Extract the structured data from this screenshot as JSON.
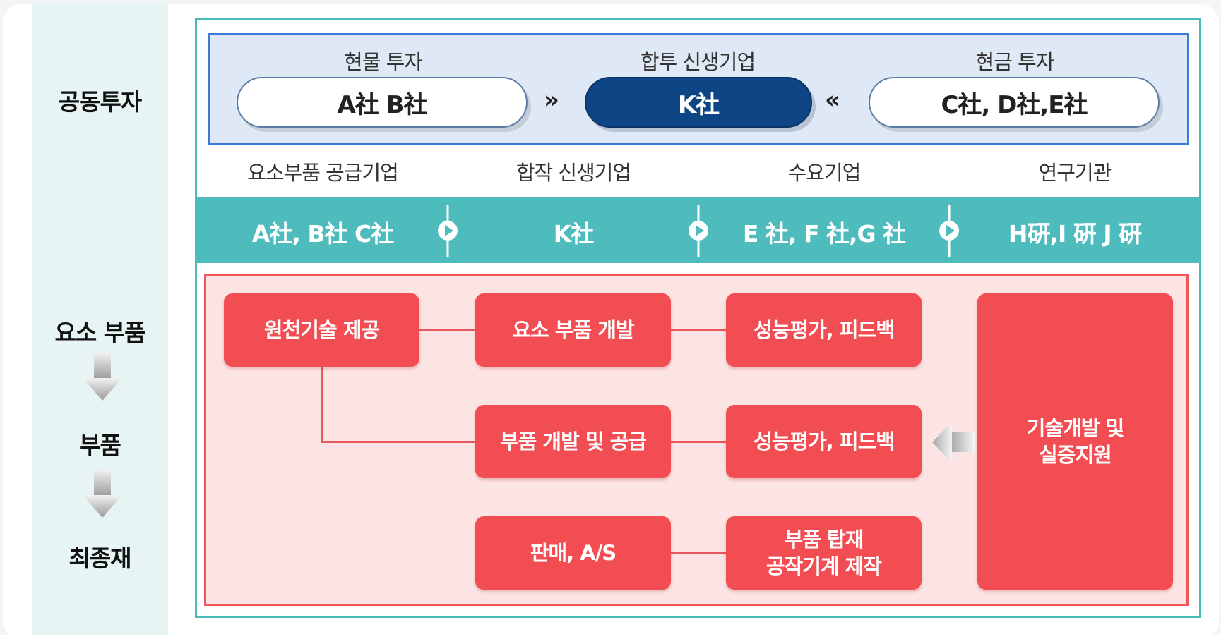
{
  "left": {
    "labels": [
      "공동투자",
      "요소 부품",
      "부품",
      "최종재"
    ]
  },
  "investment": {
    "left": {
      "title": "현물 투자",
      "pill": "A社 B社"
    },
    "center": {
      "title": "합투 신생기업",
      "pill": "K社"
    },
    "right": {
      "title": "현금 투자",
      "pill": "C社, D社,E社"
    },
    "arrow_left_glyph": "»",
    "arrow_right_glyph": "«"
  },
  "roles": [
    "요소부품 공급기업",
    "합작 신생기업",
    "수요기업",
    "연구기관"
  ],
  "companies": [
    "A社, B社 C社",
    "K社",
    "E 社, F 社,G 社",
    "H硏,I 硏 J 硏"
  ],
  "process": {
    "row1": [
      "원천기술 제공",
      "요소 부품 개발",
      "성능평가, 피드백"
    ],
    "row2": [
      "부품 개발 및 공급",
      "성능평가, 피드백"
    ],
    "row3": [
      "판매, A/S",
      "부품 탑재\n공작기계 제작"
    ],
    "research": "기술개발 및\n실증지원"
  },
  "colors": {
    "teal": "#4ebbbd",
    "navy": "#0d4585",
    "red": "#f24d52",
    "pink_bg": "#fde4e4",
    "blue_border": "#3c79d8"
  },
  "icons": [
    "arrow-down-icon",
    "play-circle-icon",
    "arrow-left-icon"
  ]
}
